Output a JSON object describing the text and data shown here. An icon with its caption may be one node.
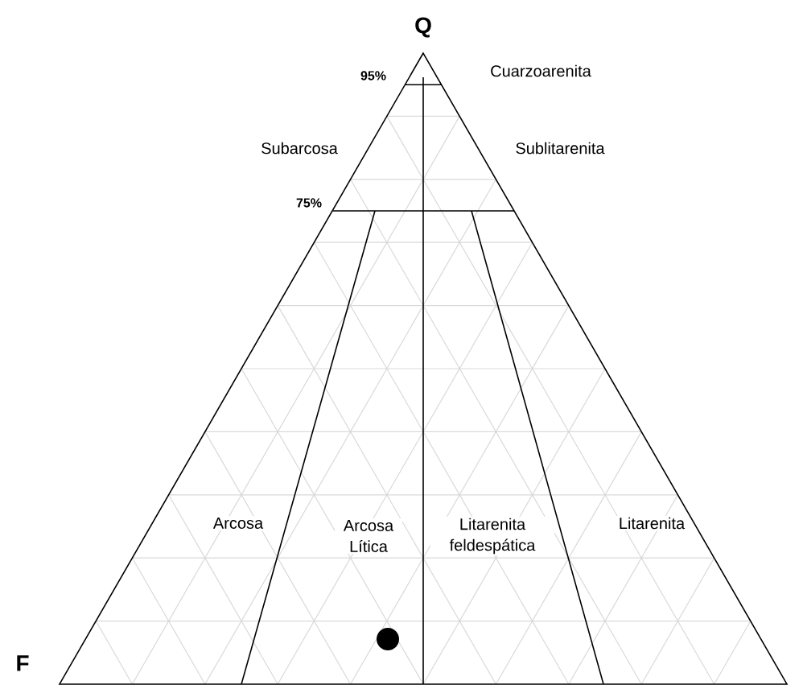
{
  "diagram": {
    "labels": [
      "Q",
      "95%",
      "Cuarzoarenita",
      "Subarcosa",
      "Sublitarenita",
      "75%",
      "Arcosa",
      "Arcosa Lítica",
      "Litarenita feldespática",
      "Litarenita",
      "F"
    ]
  }
}
